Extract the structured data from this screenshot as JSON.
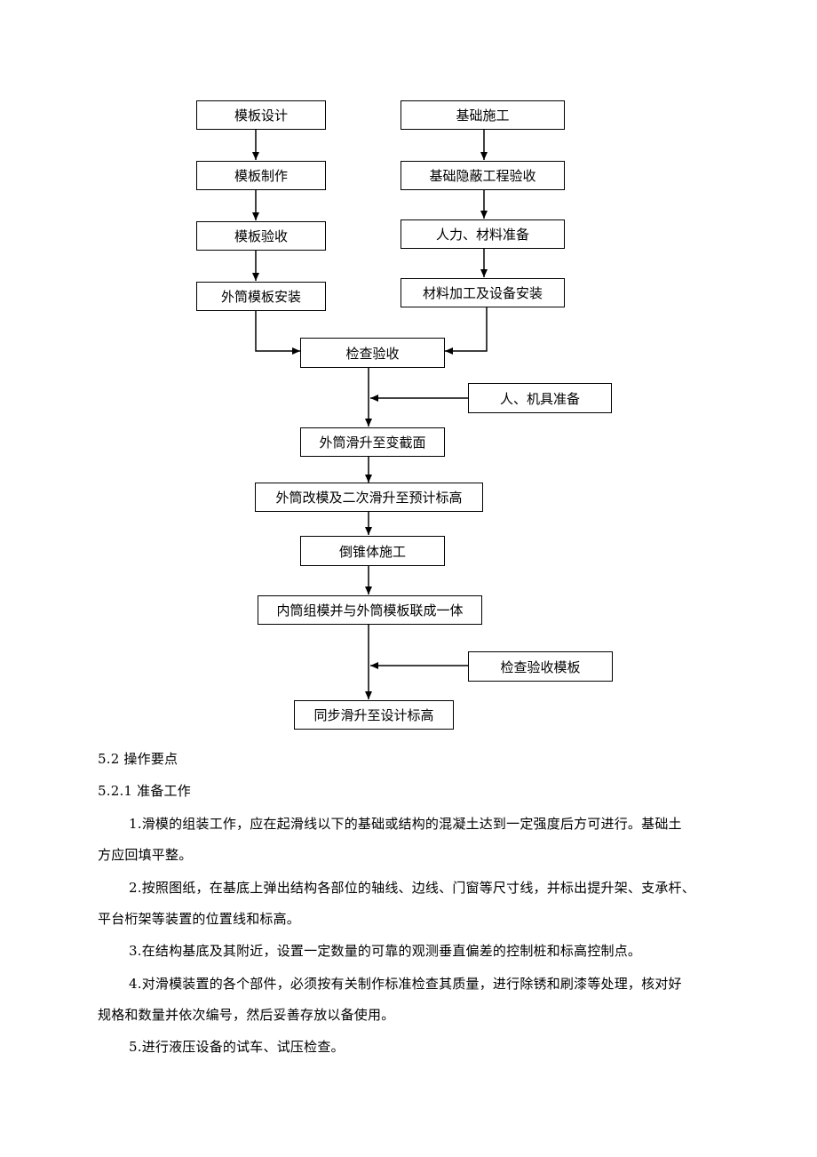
{
  "flowchart": {
    "nodes": {
      "n1": "模板设计",
      "n2": "模板制作",
      "n3": "模板验收",
      "n4": "外筒模板安装",
      "n5": "基础施工",
      "n6": "基础隐蔽工程验收",
      "n7": "人力、材料准备",
      "n8": "材料加工及设备安装",
      "n9": "检查验收",
      "n10": "人、机具准备",
      "n11": "外筒滑升至变截面",
      "n12": "外筒改模及二次滑升至预计标高",
      "n13": "倒锥体施工",
      "n14": "内筒组模并与外筒模板联成一体",
      "n15": "检查验收模板",
      "n16": "同步滑升至设计标高"
    }
  },
  "text": {
    "heading_52": "5.2 操作要点",
    "heading_521": "5.2.1 准备工作",
    "item1_line1": "1.滑模的组装工作，应在起滑线以下的基础或结构的混凝土达到一定强度后方可进行。基础土",
    "item1_line2": "方应回填平整。",
    "item2_line1": "2.按照图纸，在基底上弹出结构各部位的轴线、边线、门窗等尺寸线，并标出提升架、支承杆、",
    "item2_line2": "平台桁架等装置的位置线和标高。",
    "item3_line1": "3.在结构基底及其附近，设置一定数量的可靠的观测垂直偏差的控制桩和标高控制点。",
    "item4_line1": "4.对滑模装置的各个部件，必须按有关制作标准检查其质量，进行除锈和刷漆等处理，核对好",
    "item4_line2": "规格和数量并依次编号，然后妥善存放以备使用。",
    "item5_line1": "5.进行液压设备的试车、试压检查。"
  }
}
